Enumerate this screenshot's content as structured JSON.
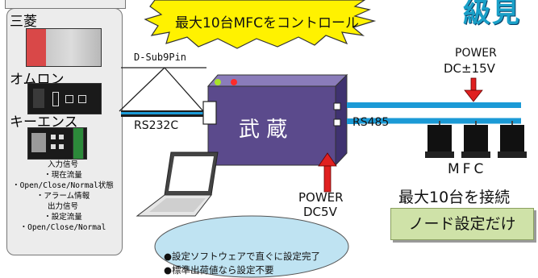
{
  "banner": {
    "line1": "最大10台MFCをコントロール",
    "title_partial": "級見"
  },
  "plc": {
    "brands": [
      "三菱",
      "オムロン",
      "キーエンス"
    ],
    "signals": [
      "入力信号",
      "・現在流量",
      "・Open/Close/Normal状態",
      "・アラーム情報",
      "出力信号",
      "・設定流量",
      "・Open/Close/Normal"
    ]
  },
  "connector": {
    "label": "D-Sub9Pin"
  },
  "link_left": {
    "label": "RS232C"
  },
  "link_right": {
    "label": "RS485"
  },
  "device": {
    "name": "武 蔵"
  },
  "power_top": {
    "line1": "POWER",
    "line2": "DC±15V"
  },
  "power_bottom": {
    "line1": "POWER",
    "line2": "DC5V"
  },
  "mfc": {
    "label": "MFC",
    "caption": "最大10台を接続",
    "node_note": "ノード設定だけ"
  },
  "bubble": {
    "lines": [
      "●設定ソフトウェアで直ぐに設定完了",
      "●標準出荷値なら設定不要"
    ]
  },
  "colors": {
    "device_body": "#5b4a8c",
    "cable": "#1b9ad6",
    "power_arrow": "#e02020",
    "node_box": "#cfe2a8",
    "banner_fill": "#fff200",
    "bubble_fill": "#bfe3f2"
  }
}
